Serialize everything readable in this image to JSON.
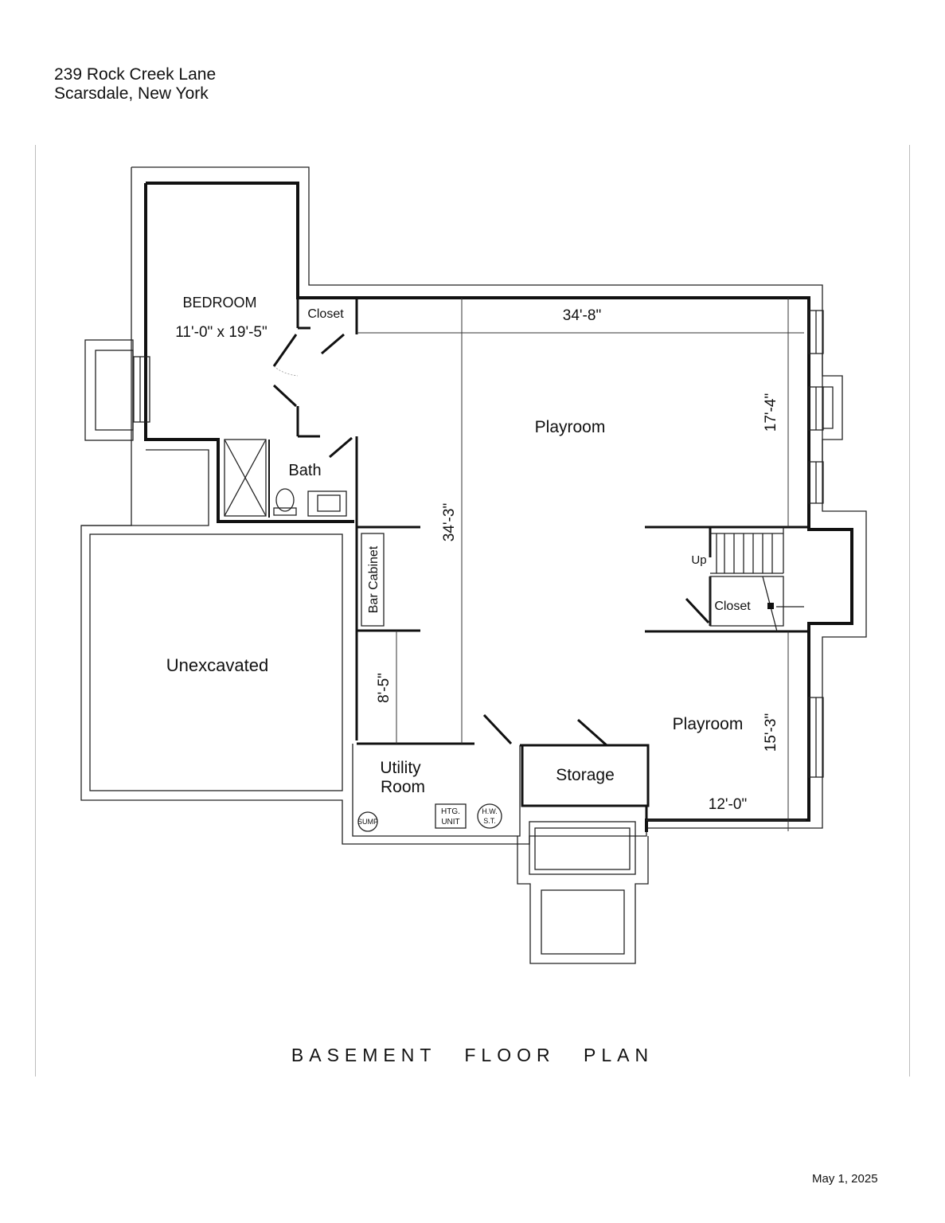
{
  "address": {
    "line1": "239 Rock Creek Lane",
    "line2": "Scarsdale, New York"
  },
  "rooms": {
    "bedroom": {
      "name": "BEDROOM",
      "dims": "11'-0\" x 19'-5\""
    },
    "closet_bedroom": "Closet",
    "bath": "Bath",
    "playroom_north": "Playroom",
    "playroom_south": "Playroom",
    "bar_cabinet": "Bar Cabinet",
    "unexcavated": "Unexcavated",
    "utility_room": {
      "line1": "Utility",
      "line2": "Room"
    },
    "storage": "Storage",
    "closet_stair": "Closet",
    "stair_label": "Up"
  },
  "equipment": {
    "htg_unit": {
      "line1": "HTG.",
      "line2": "UNIT"
    },
    "hw_st": {
      "line1": "H.W.",
      "line2": "S.T."
    },
    "sump": "SUMP"
  },
  "dimensions": {
    "playroom_width": "34'-8\"",
    "playroom_north_depth": "17'-4\"",
    "playroom_length": "34'-3\"",
    "hall_width": "8'-5\"",
    "playroom_south_depth": "15'-3\"",
    "playroom_south_width": "12'-0\""
  },
  "title": "BASEMENT   FLOOR   PLAN",
  "date": "May 1, 2025"
}
